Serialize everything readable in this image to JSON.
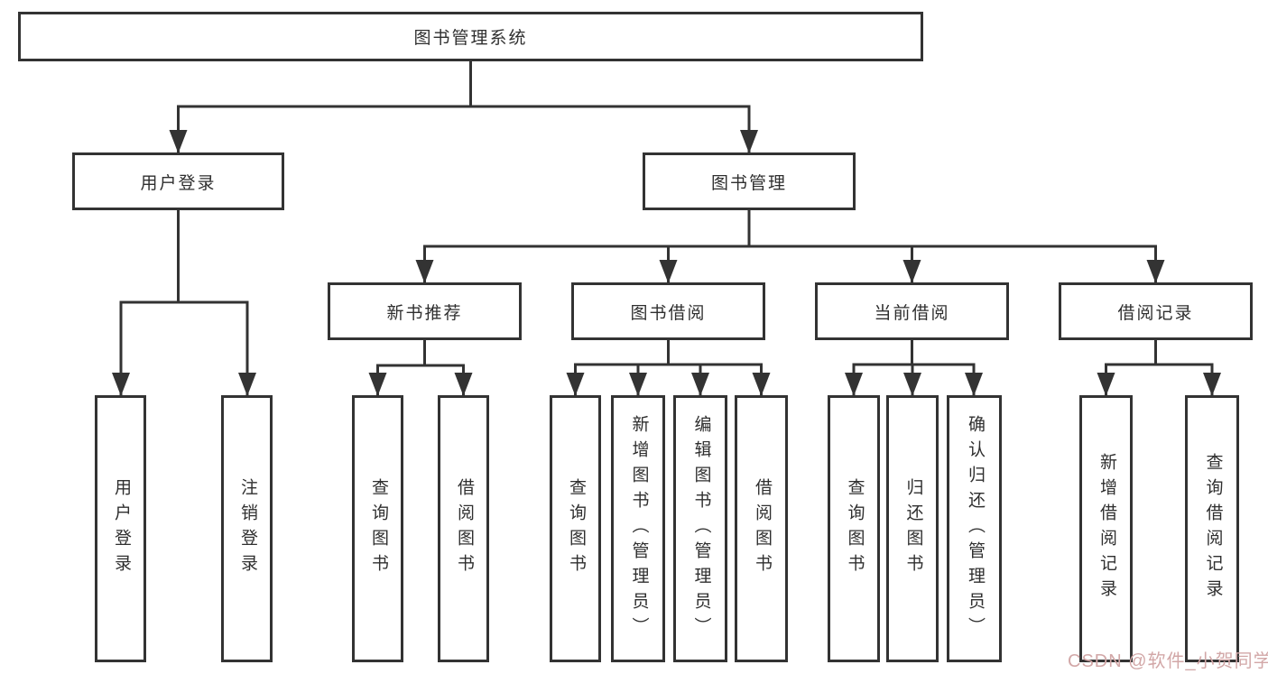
{
  "tree": {
    "root": {
      "label": "图书管理系统",
      "children": [
        {
          "label": "用户登录",
          "children": [
            {
              "label": "用户登录"
            },
            {
              "label": "注销登录"
            }
          ]
        },
        {
          "label": "图书管理",
          "children": [
            {
              "label": "新书推荐",
              "children": [
                {
                  "label": "查询图书"
                },
                {
                  "label": "借阅图书"
                }
              ]
            },
            {
              "label": "图书借阅",
              "children": [
                {
                  "label": "查询图书"
                },
                {
                  "label": "新增图书（管理员）"
                },
                {
                  "label": "编辑图书（管理员）"
                },
                {
                  "label": "借阅图书"
                }
              ]
            },
            {
              "label": "当前借阅",
              "children": [
                {
                  "label": "查询图书"
                },
                {
                  "label": "归还图书"
                },
                {
                  "label": "确认归还（管理员）"
                }
              ]
            },
            {
              "label": "借阅记录",
              "children": [
                {
                  "label": "新增借阅记录"
                },
                {
                  "label": "查询借阅记录"
                }
              ]
            }
          ]
        }
      ]
    }
  },
  "watermark": {
    "text": "CSDN @软件_小贺同学",
    "color": "#d2a7a7"
  },
  "colors": {
    "line": "#333333",
    "border": "#333333",
    "text": "#2f2f2f",
    "background": "#ffffff"
  }
}
